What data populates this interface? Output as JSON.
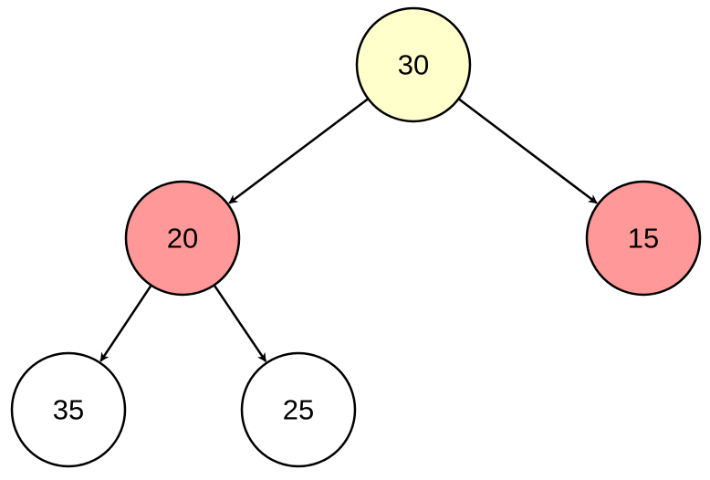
{
  "colors": {
    "root_fill": "#FFFFCC",
    "highlight_fill": "#FF9999",
    "default_fill": "#FFFFFF",
    "stroke": "#000000"
  },
  "nodes": [
    {
      "id": "n30",
      "label": "30",
      "fill": "#FFFFCC"
    },
    {
      "id": "n20",
      "label": "20",
      "fill": "#FF9999"
    },
    {
      "id": "n15",
      "label": "15",
      "fill": "#FF9999"
    },
    {
      "id": "n35",
      "label": "35",
      "fill": "#FFFFFF"
    },
    {
      "id": "n25",
      "label": "25",
      "fill": "#FFFFFF"
    }
  ],
  "edges": [
    {
      "from": "n30",
      "to": "n20"
    },
    {
      "from": "n30",
      "to": "n15"
    },
    {
      "from": "n20",
      "to": "n35"
    },
    {
      "from": "n20",
      "to": "n25"
    }
  ]
}
